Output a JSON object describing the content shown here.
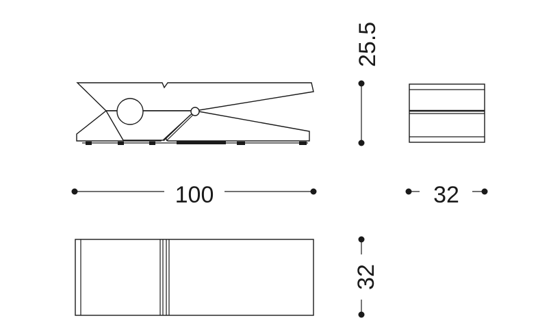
{
  "dimensions": {
    "length": "100",
    "height": "25.5",
    "end_width": "32",
    "top_width": "32"
  },
  "colors": {
    "line": "#1a1a1a",
    "background": "#ffffff"
  }
}
